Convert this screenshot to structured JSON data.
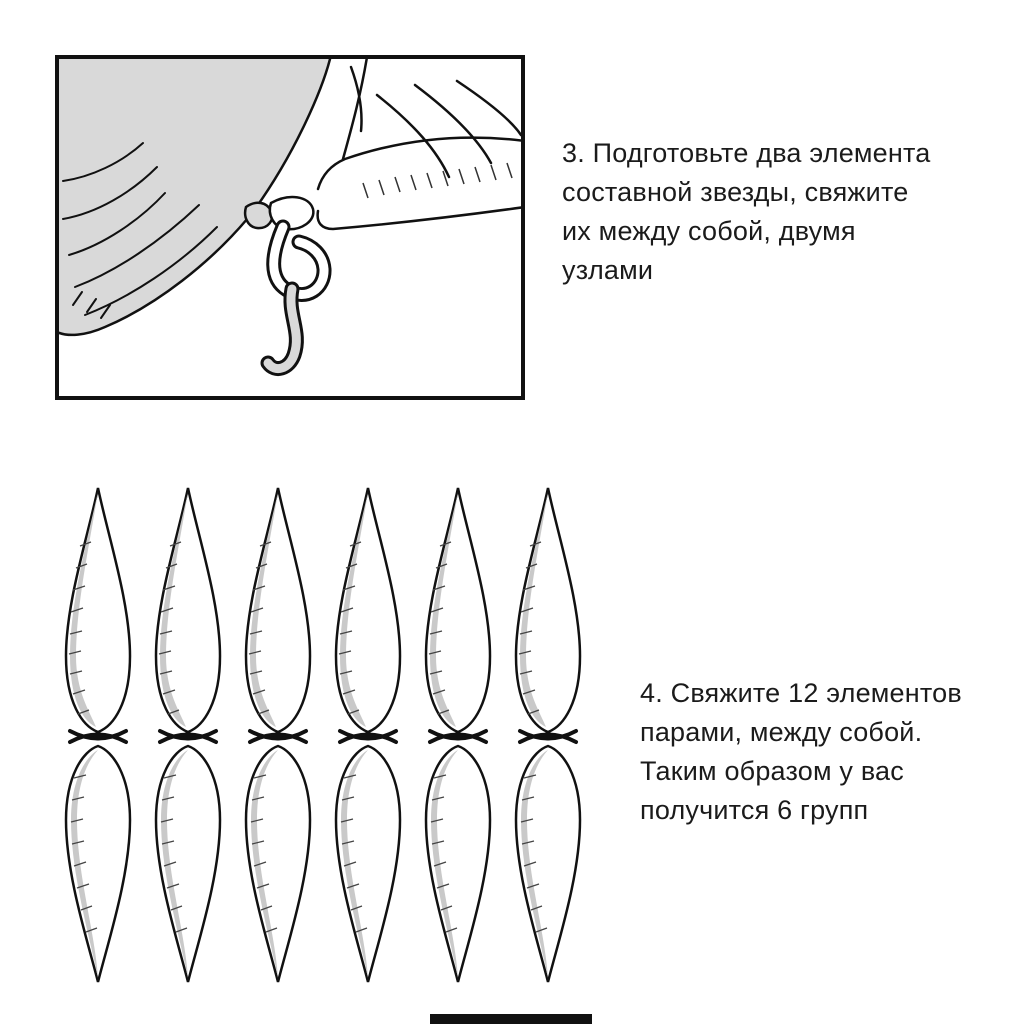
{
  "page": {
    "background": "#ffffff"
  },
  "steps": [
    {
      "number": 3,
      "text": "3. Подготовьте два элемента\nсоставной звезды, свяжите\nих между собой, двумя\nузлами"
    },
    {
      "number": 4,
      "text": "4. Свяжите 12 элементов\nпарами, между собой.\nТаким образом у вас\nполучится 6 групп"
    }
  ],
  "figure": {
    "groups_count": 6,
    "elements_per_group": 2,
    "total_elements": 12
  },
  "colors": {
    "outline": "#111111",
    "balloon_shade": "#c9c9c9",
    "illustration_fill": "#d9d9d9",
    "frame_border": "#111111",
    "bottom_bar": "#111111"
  }
}
